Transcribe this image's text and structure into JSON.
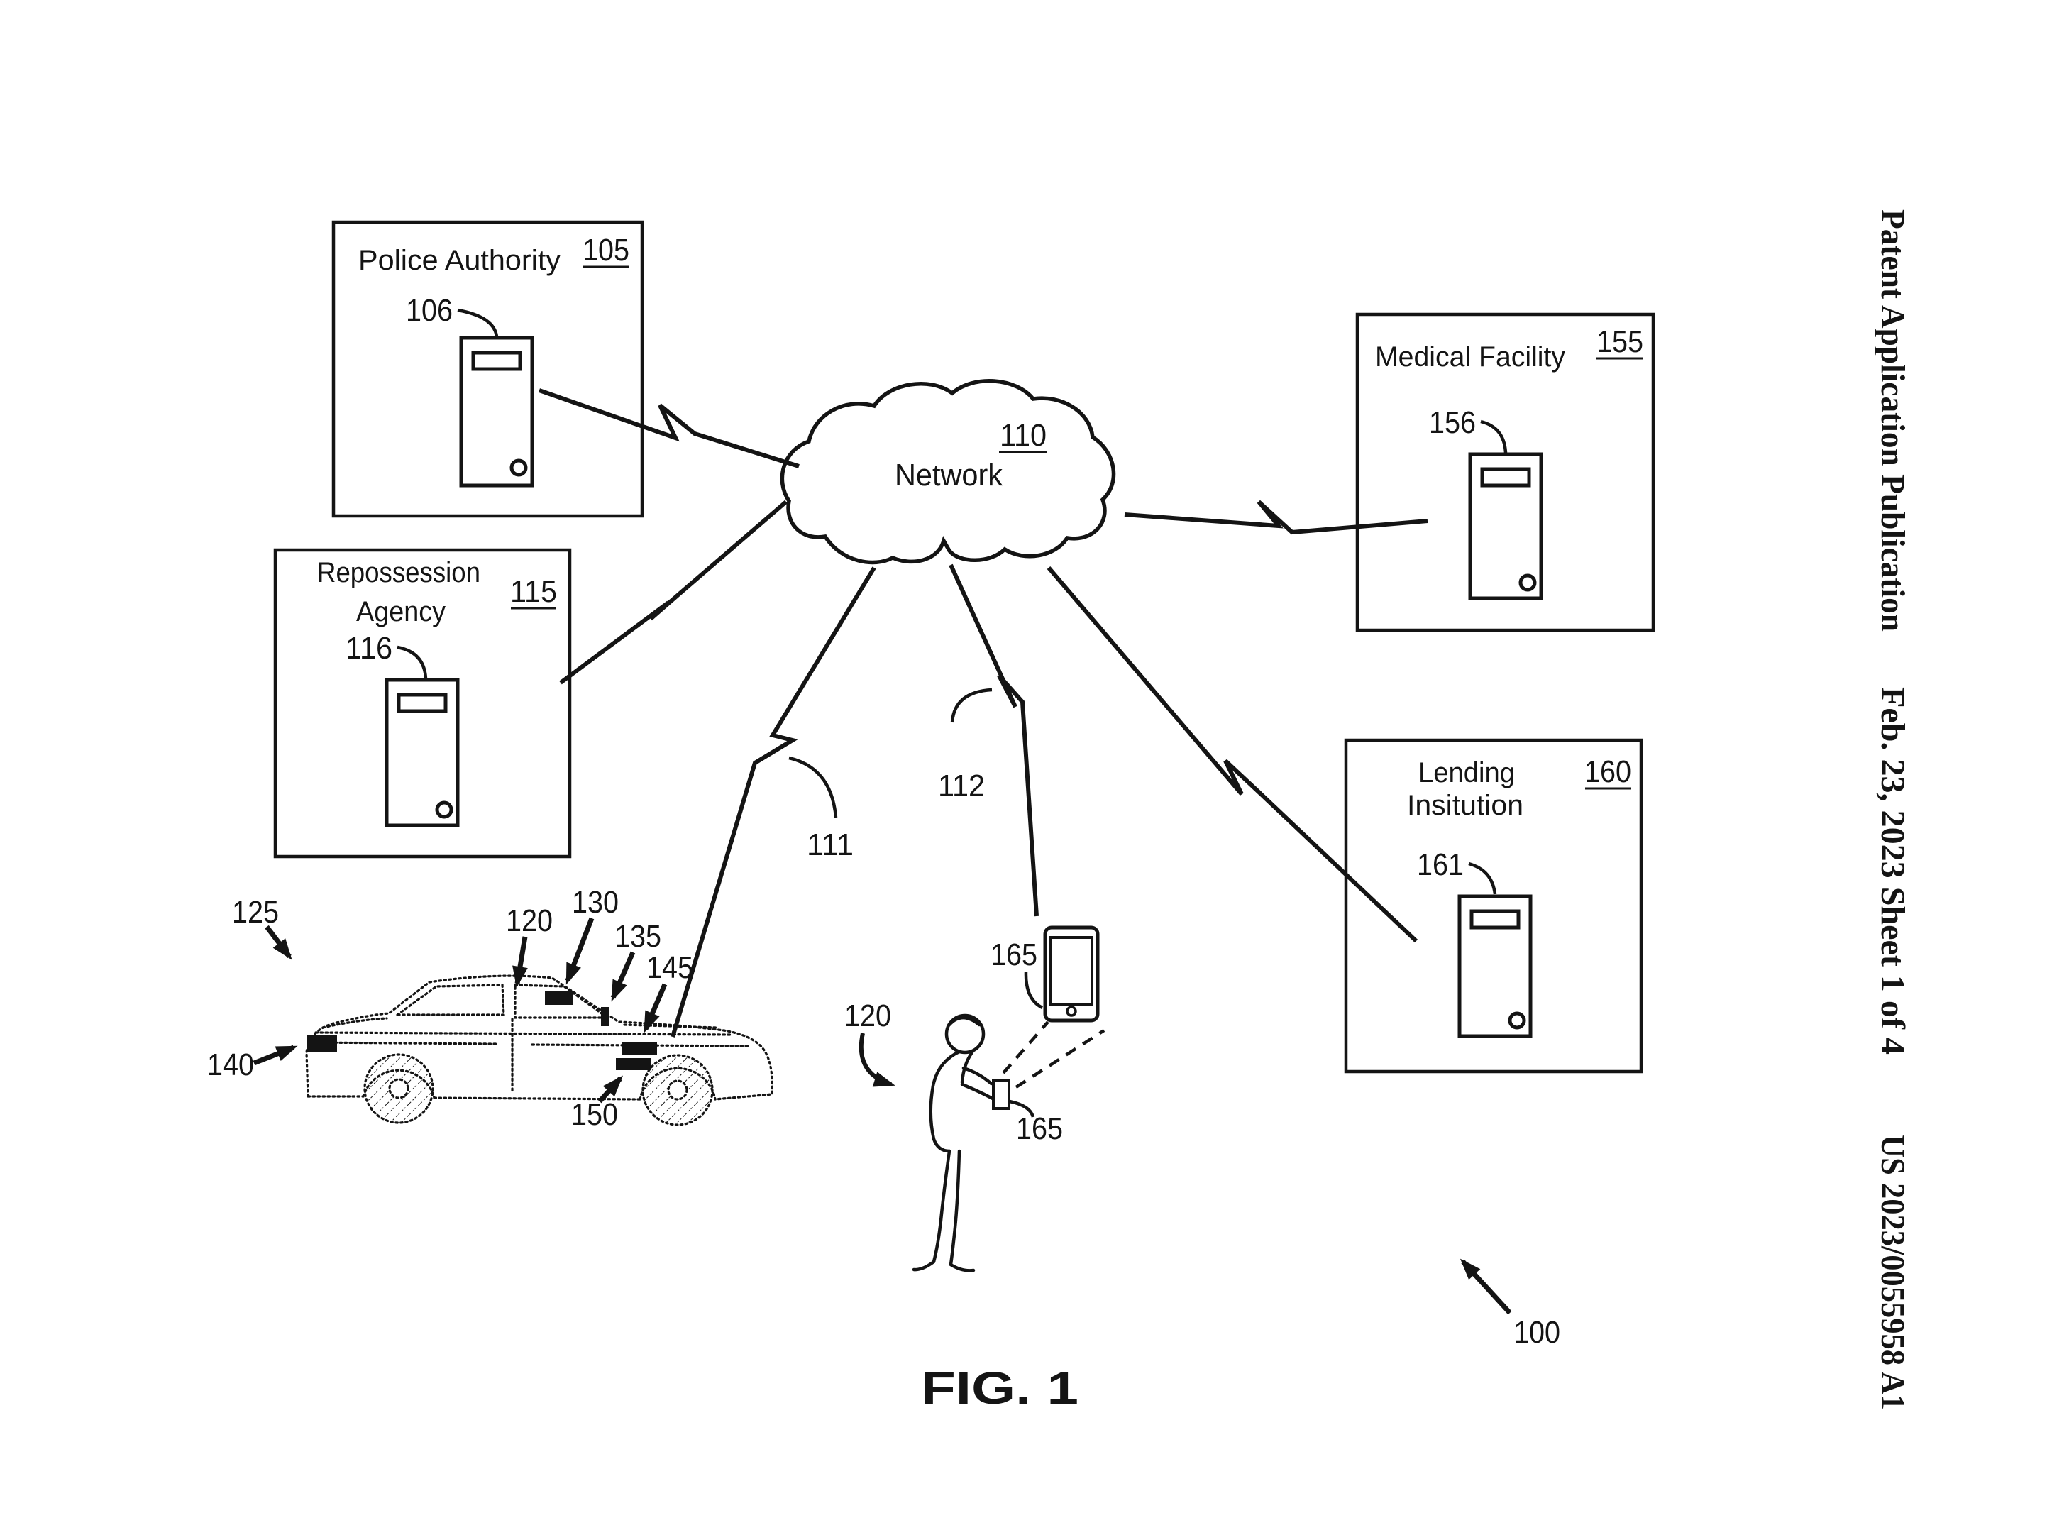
{
  "page": {
    "background": "#ffffff",
    "ink": "#141414"
  },
  "sidebar": {
    "publication": "Patent Application Publication",
    "date_sheet": "Feb. 23, 2023   Sheet 1 of 4",
    "doc_number": "US 2023/0055958 A1"
  },
  "figure": {
    "caption": "FIG. 1",
    "system_ref": "100"
  },
  "network": {
    "name": "Network",
    "ref": "110"
  },
  "entities": {
    "police": {
      "title": "Police Authority",
      "ref": "105",
      "server_ref": "106"
    },
    "repossession": {
      "line1": "Repossession",
      "line2": "Agency",
      "ref": "115",
      "server_ref": "116"
    },
    "medical": {
      "title": "Medical Facility",
      "ref": "155",
      "server_ref": "156"
    },
    "lending": {
      "line1": "Lending",
      "line2": "Insitution",
      "ref": "160",
      "server_ref": "161"
    }
  },
  "wireless_links": {
    "vehicle_ref": "111",
    "device_ref": "112"
  },
  "vehicle": {
    "ref": "125",
    "system_ref": "120",
    "roof_sensor_ref": "130",
    "pillar_sensor_ref": "135",
    "fender_sensor_ref": "145",
    "wheel_sensor_ref": "150",
    "front_sensor_ref": "140"
  },
  "operator": {
    "ref": "120",
    "tablet_ref": "165",
    "handheld_ref": "165"
  }
}
